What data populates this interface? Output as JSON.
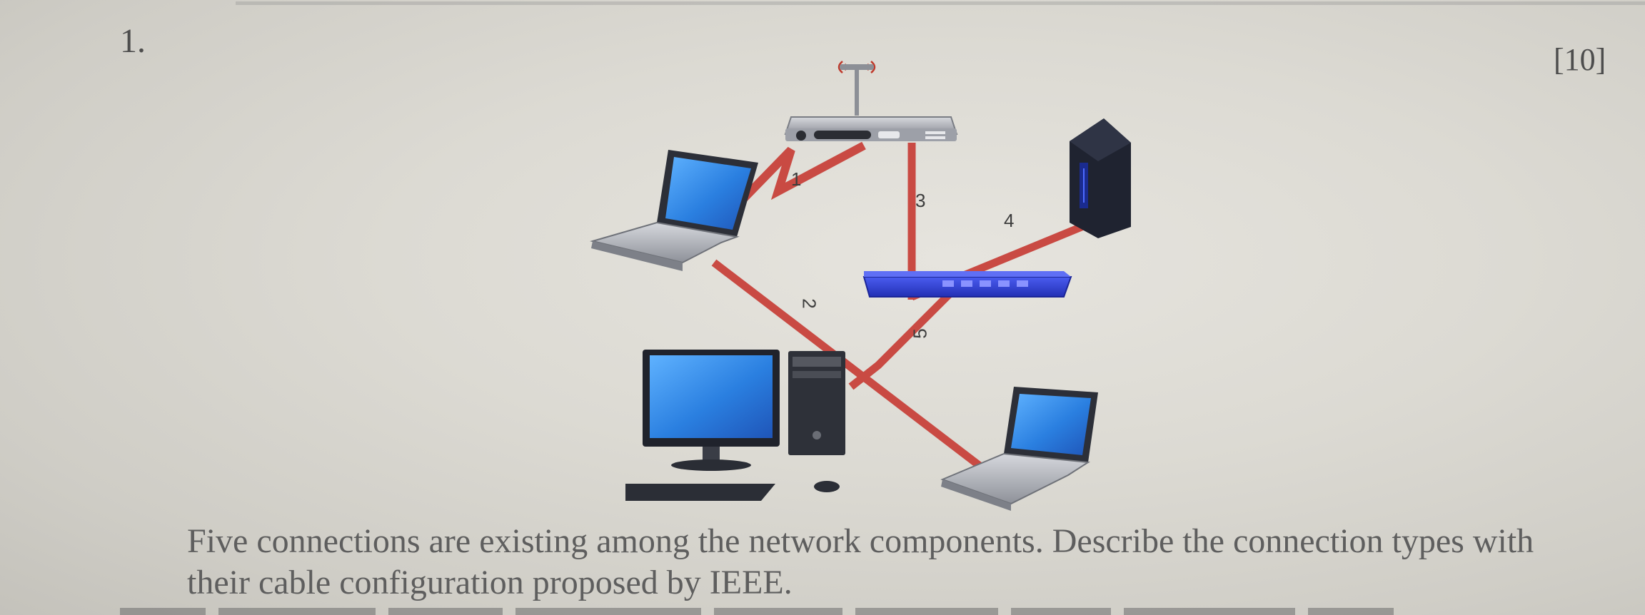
{
  "question": {
    "number": "1.",
    "marks": "[10]",
    "text": "Five connections are existing among the network components. Describe the connection types with their cable configuration proposed by IEEE."
  },
  "figure": {
    "connections": [
      "1",
      "2",
      "3",
      "4",
      "5"
    ],
    "colors": {
      "cable": "#c94a43",
      "switch": "#2f3fd6",
      "screen": "#2a7fe0",
      "device_dark": "#1f2330",
      "router_body": "#b9bcc4"
    },
    "icons": [
      "router-icon",
      "laptop-icon",
      "server-icon",
      "switch-icon",
      "desktop-computer-icon",
      "laptop-icon"
    ]
  }
}
